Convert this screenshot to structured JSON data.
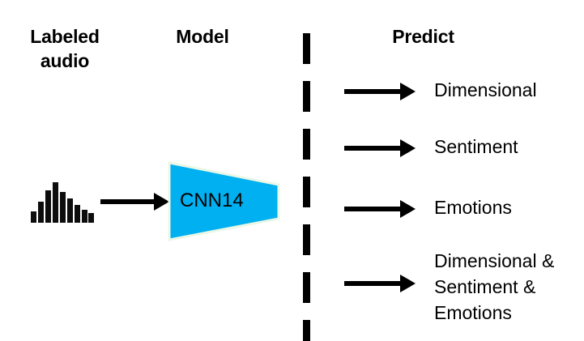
{
  "headers": {
    "left": "Labeled\naudio",
    "middle": "Model",
    "right": "Predict"
  },
  "model": {
    "name": "CNN14",
    "shape": "trapezoid",
    "fill_color": "#00B0F0",
    "stroke_color": "#EAF7E6"
  },
  "input": {
    "icon": "audio-waveform-icon",
    "bar_heights": [
      14,
      26,
      40,
      50,
      38,
      30,
      22,
      16,
      12
    ],
    "bar_color": "#0D0D0D"
  },
  "divider": {
    "style": "dashed-vertical",
    "color": "#000000",
    "dash_count": 7,
    "dash_offsets": [
      0,
      59,
      118,
      177,
      236,
      295,
      354
    ]
  },
  "arrows": {
    "color": "#000000",
    "input_to_model": "arrow-right-icon",
    "predictions": [
      "arrow-right-icon",
      "arrow-right-icon",
      "arrow-right-icon",
      "arrow-right-icon"
    ]
  },
  "predictions": [
    {
      "label": "Dimensional"
    },
    {
      "label": "Sentiment"
    },
    {
      "label": "Emotions"
    },
    {
      "label": "Dimensional &\nSentiment &\nEmotions"
    }
  ]
}
